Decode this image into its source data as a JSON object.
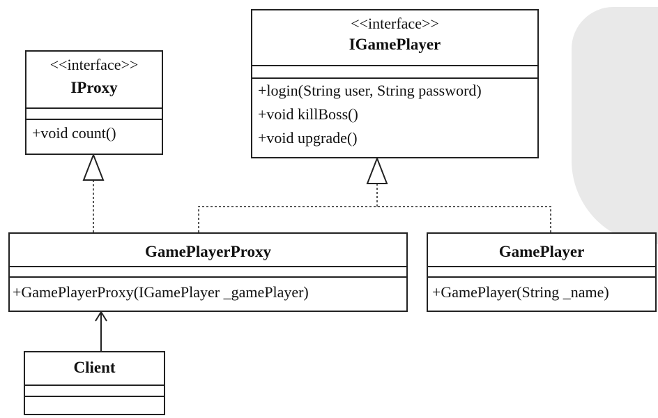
{
  "diagram": {
    "classes": {
      "iproxy": {
        "stereotype": "<<interface>>",
        "name": "IProxy",
        "operations": [
          "+void count()"
        ]
      },
      "igameplayer": {
        "stereotype": "<<interface>>",
        "name": "IGamePlayer",
        "operations": [
          "+login(String user, String password)",
          "+void killBoss()",
          "+void upgrade()"
        ]
      },
      "gameplayerproxy": {
        "name": "GamePlayerProxy",
        "operations": [
          "+GamePlayerProxy(IGamePlayer _gamePlayer)"
        ]
      },
      "gameplayer": {
        "name": "GamePlayer",
        "operations": [
          "+GamePlayer(String _name)"
        ]
      },
      "client": {
        "name": "Client"
      }
    },
    "relationships": [
      {
        "type": "realization",
        "from": "GamePlayerProxy",
        "to": "IProxy"
      },
      {
        "type": "realization",
        "from": "GamePlayerProxy",
        "to": "IGamePlayer"
      },
      {
        "type": "realization",
        "from": "GamePlayer",
        "to": "IGamePlayer"
      },
      {
        "type": "association",
        "from": "Client",
        "to": "GamePlayerProxy"
      }
    ],
    "line_color": "#222222",
    "watermark_color": "#e9e9e9"
  }
}
